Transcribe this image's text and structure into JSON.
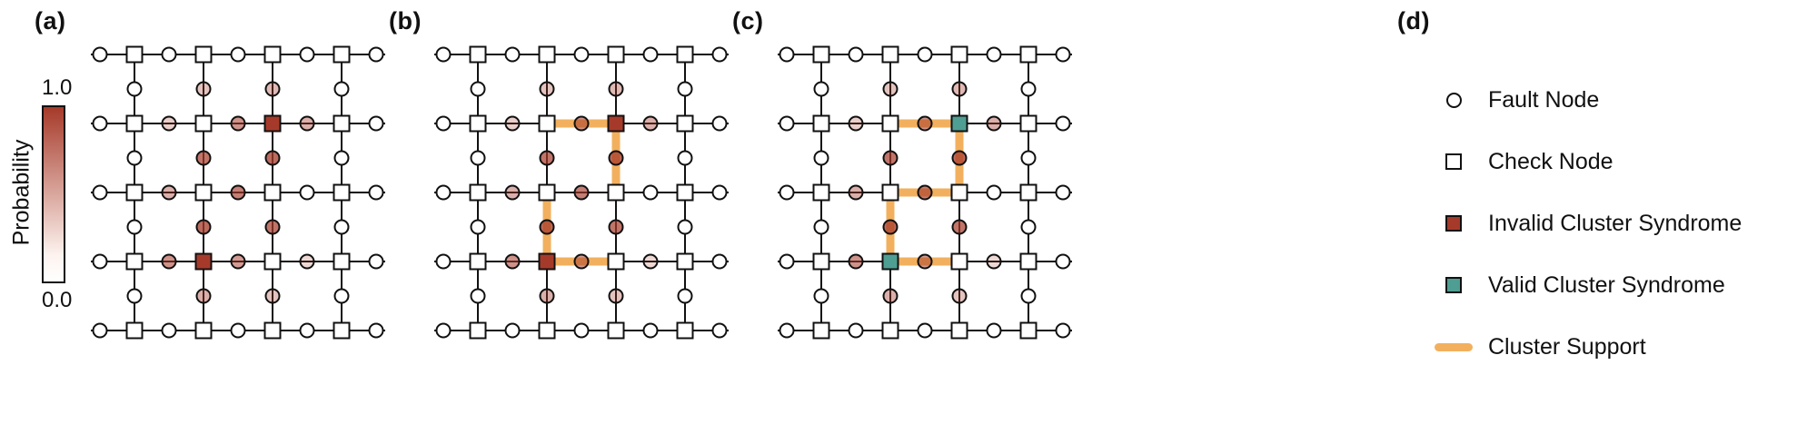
{
  "panels": {
    "a": {
      "label": "(a)"
    },
    "b": {
      "label": "(b)"
    },
    "c": {
      "label": "(c)"
    },
    "d": {
      "label": "(d)"
    }
  },
  "colorbar": {
    "axis_label": "Probability",
    "max_label": "1.0",
    "min_label": "0.0"
  },
  "colors": {
    "invalid_syndrome": "#a63a2a",
    "valid_syndrome": "#4f9e93",
    "cluster_support": "#f2b05e",
    "node_stroke": "#111111",
    "node_fill": "#ffffff"
  },
  "legend": {
    "items": [
      {
        "icon": "fault-node-icon",
        "label": "Fault Node"
      },
      {
        "icon": "check-node-icon",
        "label": "Check Node"
      },
      {
        "icon": "invalid-syndrome-icon",
        "label": "Invalid Cluster Syndrome"
      },
      {
        "icon": "valid-syndrome-icon",
        "label": "Valid Cluster Syndrome"
      },
      {
        "icon": "cluster-support-icon",
        "label": "Cluster Support"
      }
    ]
  },
  "lattice": {
    "rows": 5,
    "cols": 4,
    "spacing": 76,
    "pad": 10,
    "circle_radius": 7.5,
    "square_size": 17,
    "line_width": 2,
    "support_width": 9
  },
  "fault_probabilities": [
    {
      "type": "v",
      "r": 0,
      "c": 1,
      "p": 0.3
    },
    {
      "type": "v",
      "r": 0,
      "c": 2,
      "p": 0.35
    },
    {
      "type": "h",
      "r": 1,
      "i": 1,
      "p": 0.25
    },
    {
      "type": "h",
      "r": 1,
      "i": 2,
      "p": 0.55
    },
    {
      "type": "h",
      "r": 1,
      "i": 3,
      "p": 0.4
    },
    {
      "type": "v",
      "r": 1,
      "c": 1,
      "p": 0.7
    },
    {
      "type": "v",
      "r": 1,
      "c": 2,
      "p": 0.75
    },
    {
      "type": "h",
      "r": 2,
      "i": 1,
      "p": 0.4
    },
    {
      "type": "h",
      "r": 2,
      "i": 2,
      "p": 0.65
    },
    {
      "type": "v",
      "r": 2,
      "c": 1,
      "p": 0.75
    },
    {
      "type": "v",
      "r": 2,
      "c": 2,
      "p": 0.7
    },
    {
      "type": "h",
      "r": 3,
      "i": 1,
      "p": 0.55
    },
    {
      "type": "h",
      "r": 3,
      "i": 2,
      "p": 0.5
    },
    {
      "type": "h",
      "r": 3,
      "i": 3,
      "p": 0.2
    },
    {
      "type": "v",
      "r": 3,
      "c": 1,
      "p": 0.4
    },
    {
      "type": "v",
      "r": 3,
      "c": 2,
      "p": 0.3
    }
  ],
  "panel_content": {
    "a": {
      "syndromes": [
        {
          "r": 1,
          "c": 2,
          "state": "invalid"
        },
        {
          "r": 3,
          "c": 1,
          "state": "invalid"
        }
      ],
      "supports": []
    },
    "b": {
      "syndromes": [
        {
          "r": 1,
          "c": 2,
          "state": "invalid"
        },
        {
          "r": 3,
          "c": 1,
          "state": "invalid"
        }
      ],
      "supports": [
        {
          "from": [
            1,
            1
          ],
          "to": [
            1,
            2
          ]
        },
        {
          "from": [
            1,
            2
          ],
          "to": [
            2,
            2
          ]
        },
        {
          "from": [
            2,
            1
          ],
          "to": [
            3,
            1
          ]
        },
        {
          "from": [
            3,
            1
          ],
          "to": [
            3,
            2
          ]
        }
      ]
    },
    "c": {
      "syndromes": [
        {
          "r": 1,
          "c": 2,
          "state": "valid"
        },
        {
          "r": 3,
          "c": 1,
          "state": "valid"
        }
      ],
      "supports": [
        {
          "from": [
            1,
            1
          ],
          "to": [
            1,
            2
          ]
        },
        {
          "from": [
            1,
            2
          ],
          "to": [
            2,
            2
          ]
        },
        {
          "from": [
            2,
            1
          ],
          "to": [
            2,
            2
          ]
        },
        {
          "from": [
            2,
            1
          ],
          "to": [
            3,
            1
          ]
        },
        {
          "from": [
            3,
            1
          ],
          "to": [
            3,
            2
          ]
        }
      ]
    }
  }
}
